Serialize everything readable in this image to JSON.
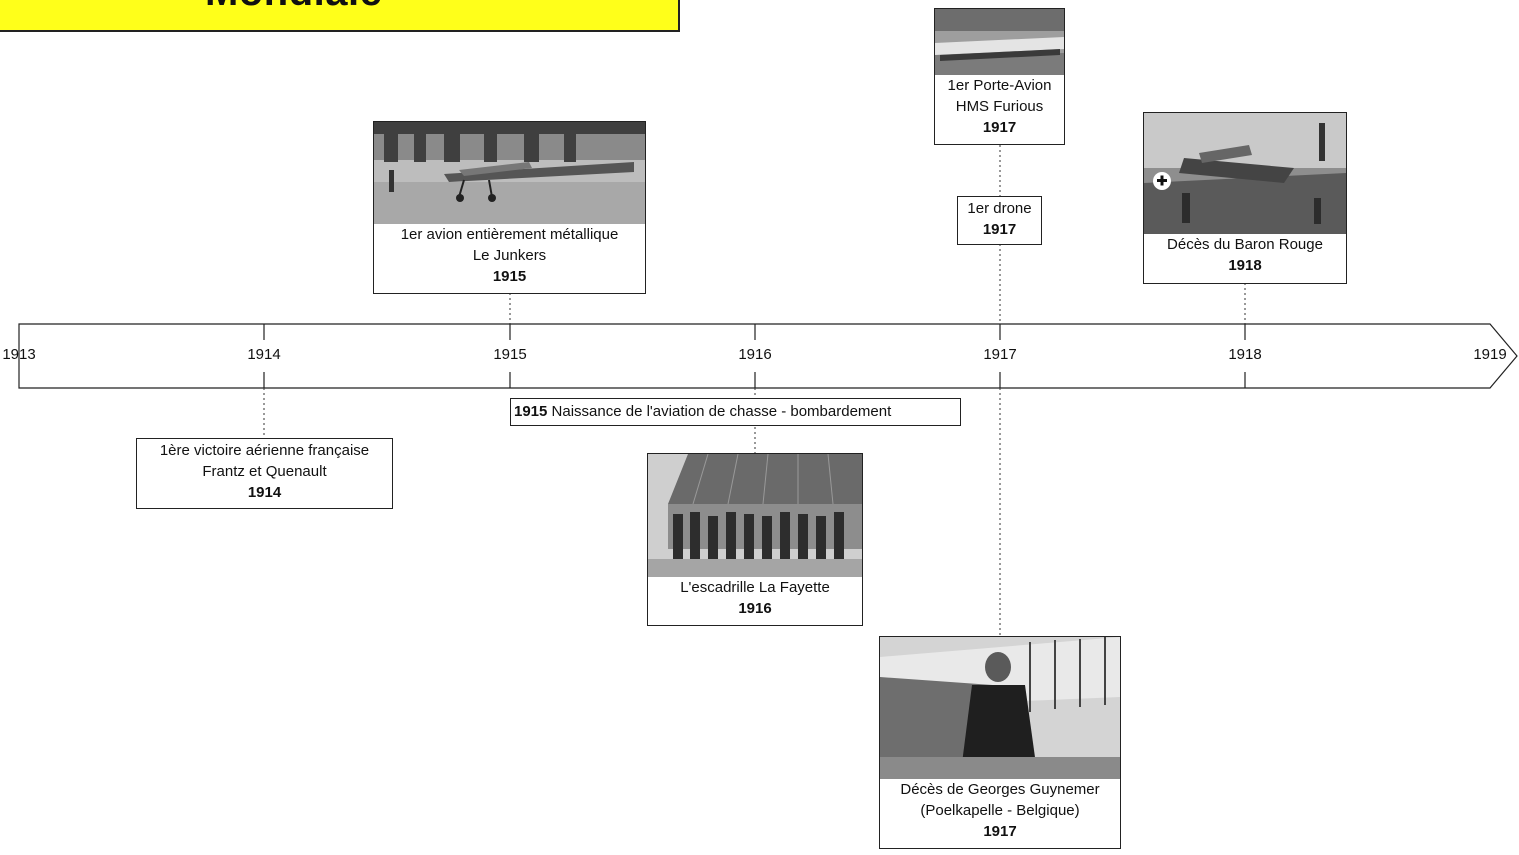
{
  "title": "Mondiale",
  "axis": {
    "ticks": [
      "1913",
      "1914",
      "1915",
      "1916",
      "1917",
      "1918",
      "1919"
    ]
  },
  "span_event": {
    "year": "1915",
    "label": "Naissance de l'aviation de chasse - bombardement"
  },
  "events": {
    "junkers": {
      "line1": "1er avion entièrement métallique",
      "line2": "Le Junkers",
      "year": "1915",
      "photo": "photo-airplane-junkers"
    },
    "porte_avion": {
      "line1": "1er Porte-Avion",
      "line2": "HMS Furious",
      "year": "1917",
      "photo": "photo-aircraft-carrier"
    },
    "drone": {
      "line1": "1er drone",
      "year": "1917"
    },
    "baron_rouge": {
      "line1": "Décès du Baron Rouge",
      "year": "1918",
      "photo": "photo-crashed-plane"
    },
    "victoire": {
      "line1": "1ère victoire aérienne française",
      "line2": "Frantz et Quenault",
      "year": "1914"
    },
    "escadrille": {
      "line1": "L'escadrille La Fayette",
      "year": "1916",
      "photo": "photo-squadron-group"
    },
    "guynemer": {
      "line1": "Décès de Georges Guynemer",
      "line2": "(Poelkapelle - Belgique)",
      "year": "1917",
      "photo": "photo-pilot-portrait"
    }
  }
}
